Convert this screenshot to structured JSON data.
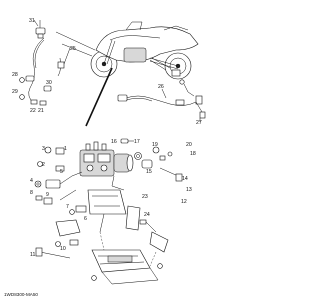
{
  "diagram": {
    "reference_code": "1WD8300-MA50",
    "part_numbers": [
      "1",
      "2",
      "3",
      "4",
      "5",
      "6",
      "7",
      "8",
      "9",
      "10",
      "11",
      "12",
      "13",
      "14",
      "15",
      "16",
      "17",
      "18",
      "19",
      "20",
      "21",
      "22",
      "23",
      "24",
      "25",
      "26",
      "27",
      "28",
      "29",
      "30",
      "31"
    ]
  }
}
